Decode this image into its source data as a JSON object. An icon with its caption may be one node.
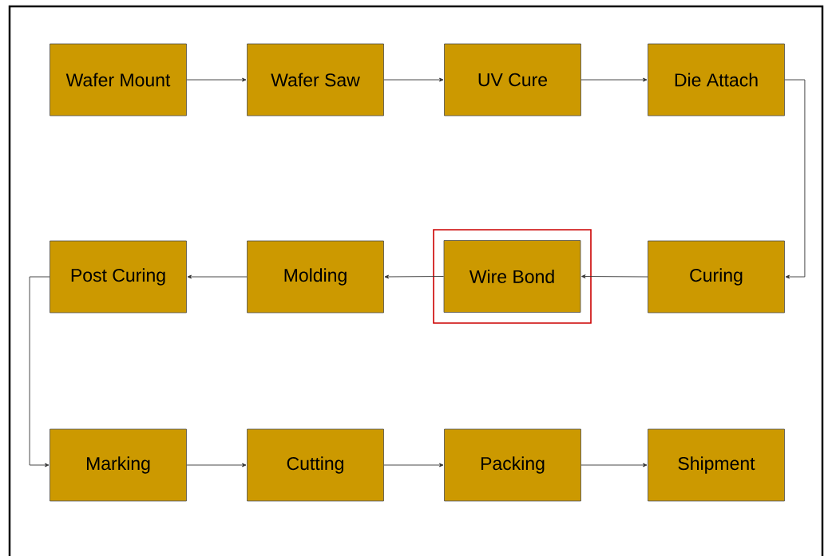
{
  "diagram": {
    "nodes": [
      {
        "text": [
          "Wafer Mount"
        ]
      },
      {
        "text": [
          "Wafer Saw"
        ]
      },
      {
        "text": [
          "UV Cure"
        ]
      },
      {
        "text": [
          "Die Attach"
        ]
      },
      {
        "text": [
          "Post Curing"
        ]
      },
      {
        "text": [
          "Molding"
        ]
      },
      {
        "text": [],
        "shape": "box"
      },
      {
        "text": [
          "Wire Bond"
        ],
        "in": 6
      },
      {
        "text": [
          "Curing"
        ]
      },
      {
        "text": [
          "Marking"
        ]
      },
      {
        "text": [
          "Cutting"
        ]
      },
      {
        "text": [
          "Packing"
        ]
      },
      {
        "text": [
          "Shipment"
        ]
      }
    ],
    "edges": [
      {
        "from": 0,
        "to": 1,
        "arrow": "to"
      },
      {
        "from": 1,
        "to": 2,
        "arrow": "to"
      },
      {
        "from": 2,
        "to": 3,
        "arrow": "to"
      },
      {
        "from": 3,
        "to": 8,
        "arrow": "to"
      },
      {
        "from": 8,
        "to": 7,
        "arrow": "to"
      },
      {
        "from": 7,
        "to": 5,
        "arrow": "to"
      },
      {
        "from": 5,
        "to": 4,
        "arrow": "to"
      },
      {
        "from": 4,
        "to": 9,
        "arrow": "to"
      },
      {
        "from": 9,
        "to": 10,
        "arrow": "to"
      },
      {
        "from": 10,
        "to": 11,
        "arrow": "to"
      },
      {
        "from": 11,
        "to": 12,
        "arrow": "to"
      }
    ]
  }
}
